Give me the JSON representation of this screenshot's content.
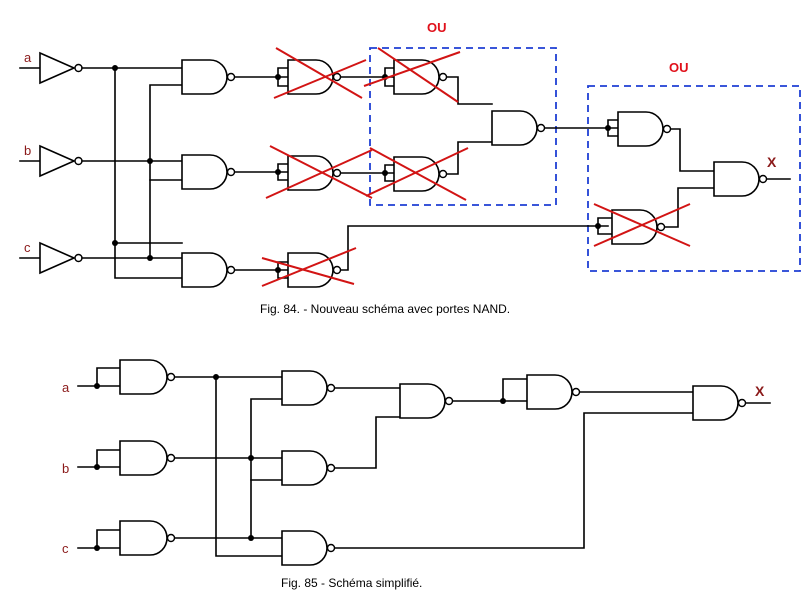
{
  "colors": {
    "input_label": "#8b1a1a",
    "ou_label": "#e0101a",
    "output_label": "#8b1a1a",
    "cross": "#d21414",
    "dashed_box": "#1f3fd4"
  },
  "fig84": {
    "inputs": [
      "a",
      "b",
      "c"
    ],
    "ou_labels": [
      "OU",
      "OU"
    ],
    "output": "X",
    "caption": "Fig. 84. - Nouveau schéma avec portes NAND."
  },
  "fig85": {
    "inputs": [
      "a",
      "b",
      "c"
    ],
    "output": "X",
    "caption": "Fig. 85 - Schéma simplifié."
  }
}
